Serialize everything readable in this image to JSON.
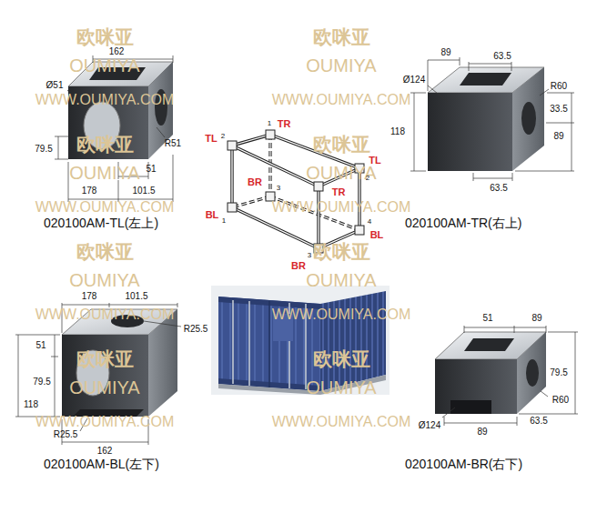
{
  "diagram": {
    "labels": [
      "欧咪亚",
      "OUMIYA",
      "WWW.OUMIYA.COM",
      "欧咪亚",
      "OUMIYA",
      "WWW.OUMIYA.COM",
      "欧咪亚",
      "OUMIYA",
      "WWW.OUMIYA.COM",
      "欧咪亚",
      "OUMIYA",
      "WWW.OUMIYA.COM",
      "欧咪亚",
      "OUMIYA",
      "WWW.OUMIYA.COM",
      "欧咪亚",
      "OUMIYA",
      "WWW.OUMIYA.COM",
      "欧咪亚",
      "OUMIYA",
      "WWW.OUMIYA.COM",
      "欧咪亚",
      "OUMIYA",
      "WWW.OUMIYA.COM",
      "162",
      "Ø51",
      "R51",
      "79.5",
      "51",
      "178",
      "101.5",
      "020100AM-TL(左上)",
      "TR",
      "1",
      "TL",
      "2",
      "TL",
      "2",
      "TR",
      "BR",
      "3",
      "BL",
      "1",
      "BL",
      "4",
      "BR",
      "3",
      "89",
      "63.5",
      "Ø124",
      "R60",
      "118",
      "33.5",
      "89",
      "63.5",
      "020100AM-TR(右上)",
      "178",
      "101.5",
      "R25.5",
      "51",
      "79.5",
      "118",
      "R25.5",
      "162",
      "020100AM-BL(左下)",
      "51",
      "89",
      "79.5",
      "R60",
      "Ø124",
      "63.5",
      "89",
      "020100AM-BR(右下)"
    ]
  }
}
